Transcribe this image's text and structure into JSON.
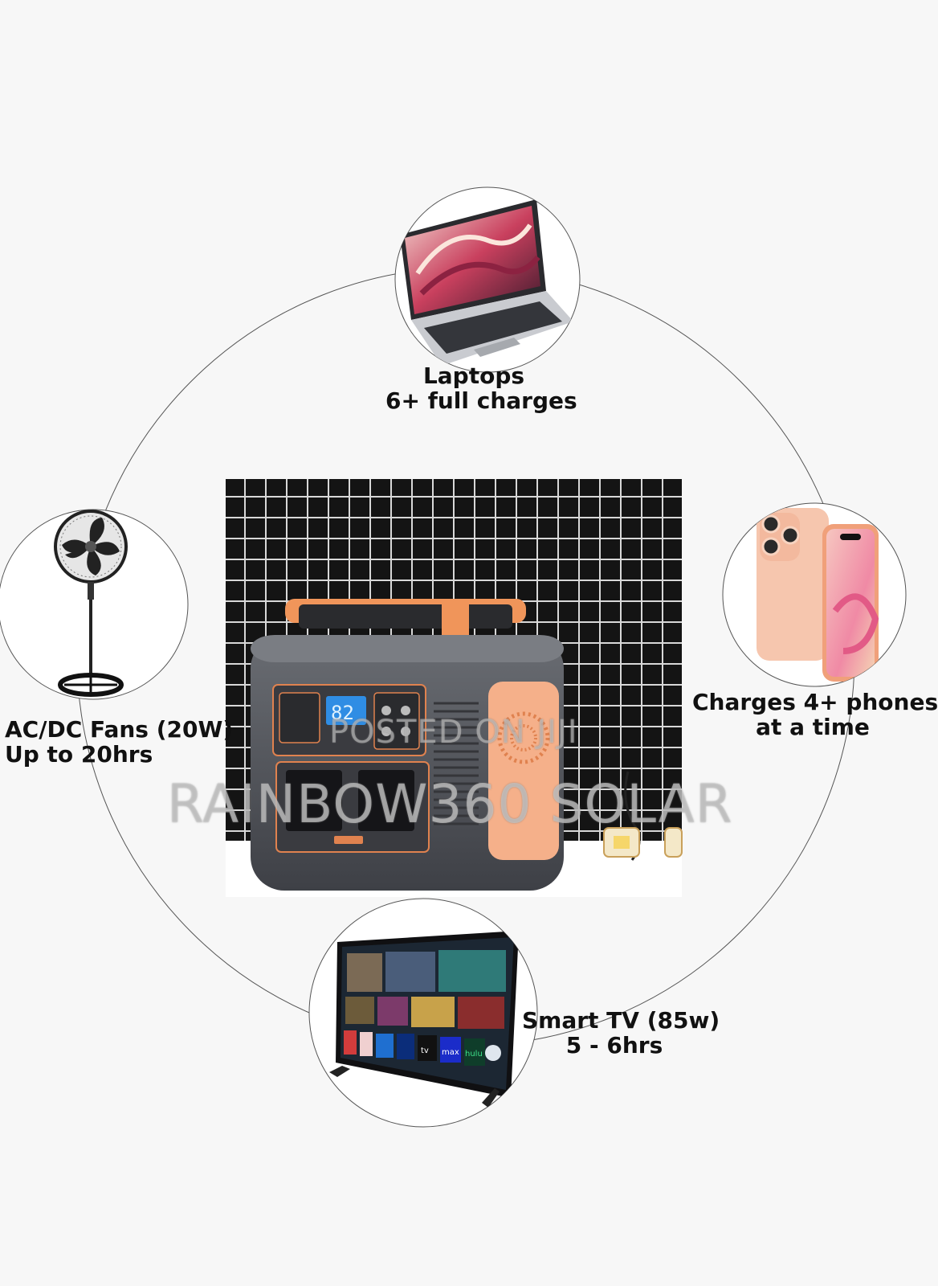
{
  "labels": {
    "laptops": {
      "line1": "Laptops",
      "line2": "6+ full charges"
    },
    "phones": {
      "line1": "Charges 4+ phones",
      "line2": "at a time"
    },
    "fans": {
      "line1": "AC/DC Fans (20W)",
      "line2": "Up to 20hrs"
    },
    "tv": {
      "line1": "Smart TV (85w)",
      "line2": "5 - 6hrs"
    }
  },
  "station": {
    "display": "82"
  },
  "tv_apps": [
    "tv",
    "max",
    "hulu"
  ],
  "watermark": {
    "posted": "POSTED ON JIJI",
    "brand": "RAINBOW360 SOLAR"
  },
  "colors": {
    "accent_orange": "#f0955a",
    "body_gray": "#55585e",
    "panel_black": "#141414",
    "display_blue": "#2f8de4"
  }
}
